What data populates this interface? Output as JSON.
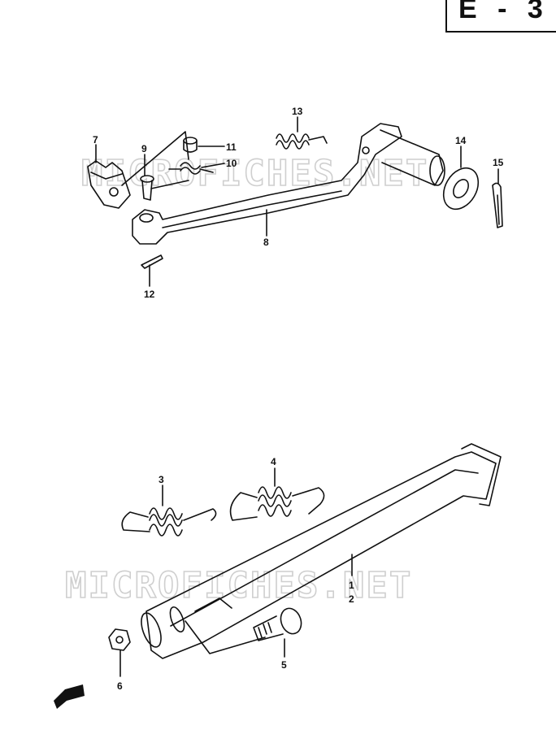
{
  "page_code": "E - 3",
  "watermark": "MICROFICHES.NET",
  "callouts": [
    {
      "id": "1",
      "label": "1"
    },
    {
      "id": "2",
      "label": "2"
    },
    {
      "id": "3",
      "label": "3"
    },
    {
      "id": "4",
      "label": "4"
    },
    {
      "id": "5",
      "label": "5"
    },
    {
      "id": "6",
      "label": "6"
    },
    {
      "id": "7",
      "label": "7"
    },
    {
      "id": "8",
      "label": "8"
    },
    {
      "id": "9",
      "label": "9"
    },
    {
      "id": "10",
      "label": "10"
    },
    {
      "id": "11",
      "label": "11"
    },
    {
      "id": "12",
      "label": "12"
    },
    {
      "id": "13",
      "label": "13"
    },
    {
      "id": "14",
      "label": "14"
    },
    {
      "id": "15",
      "label": "15"
    }
  ]
}
